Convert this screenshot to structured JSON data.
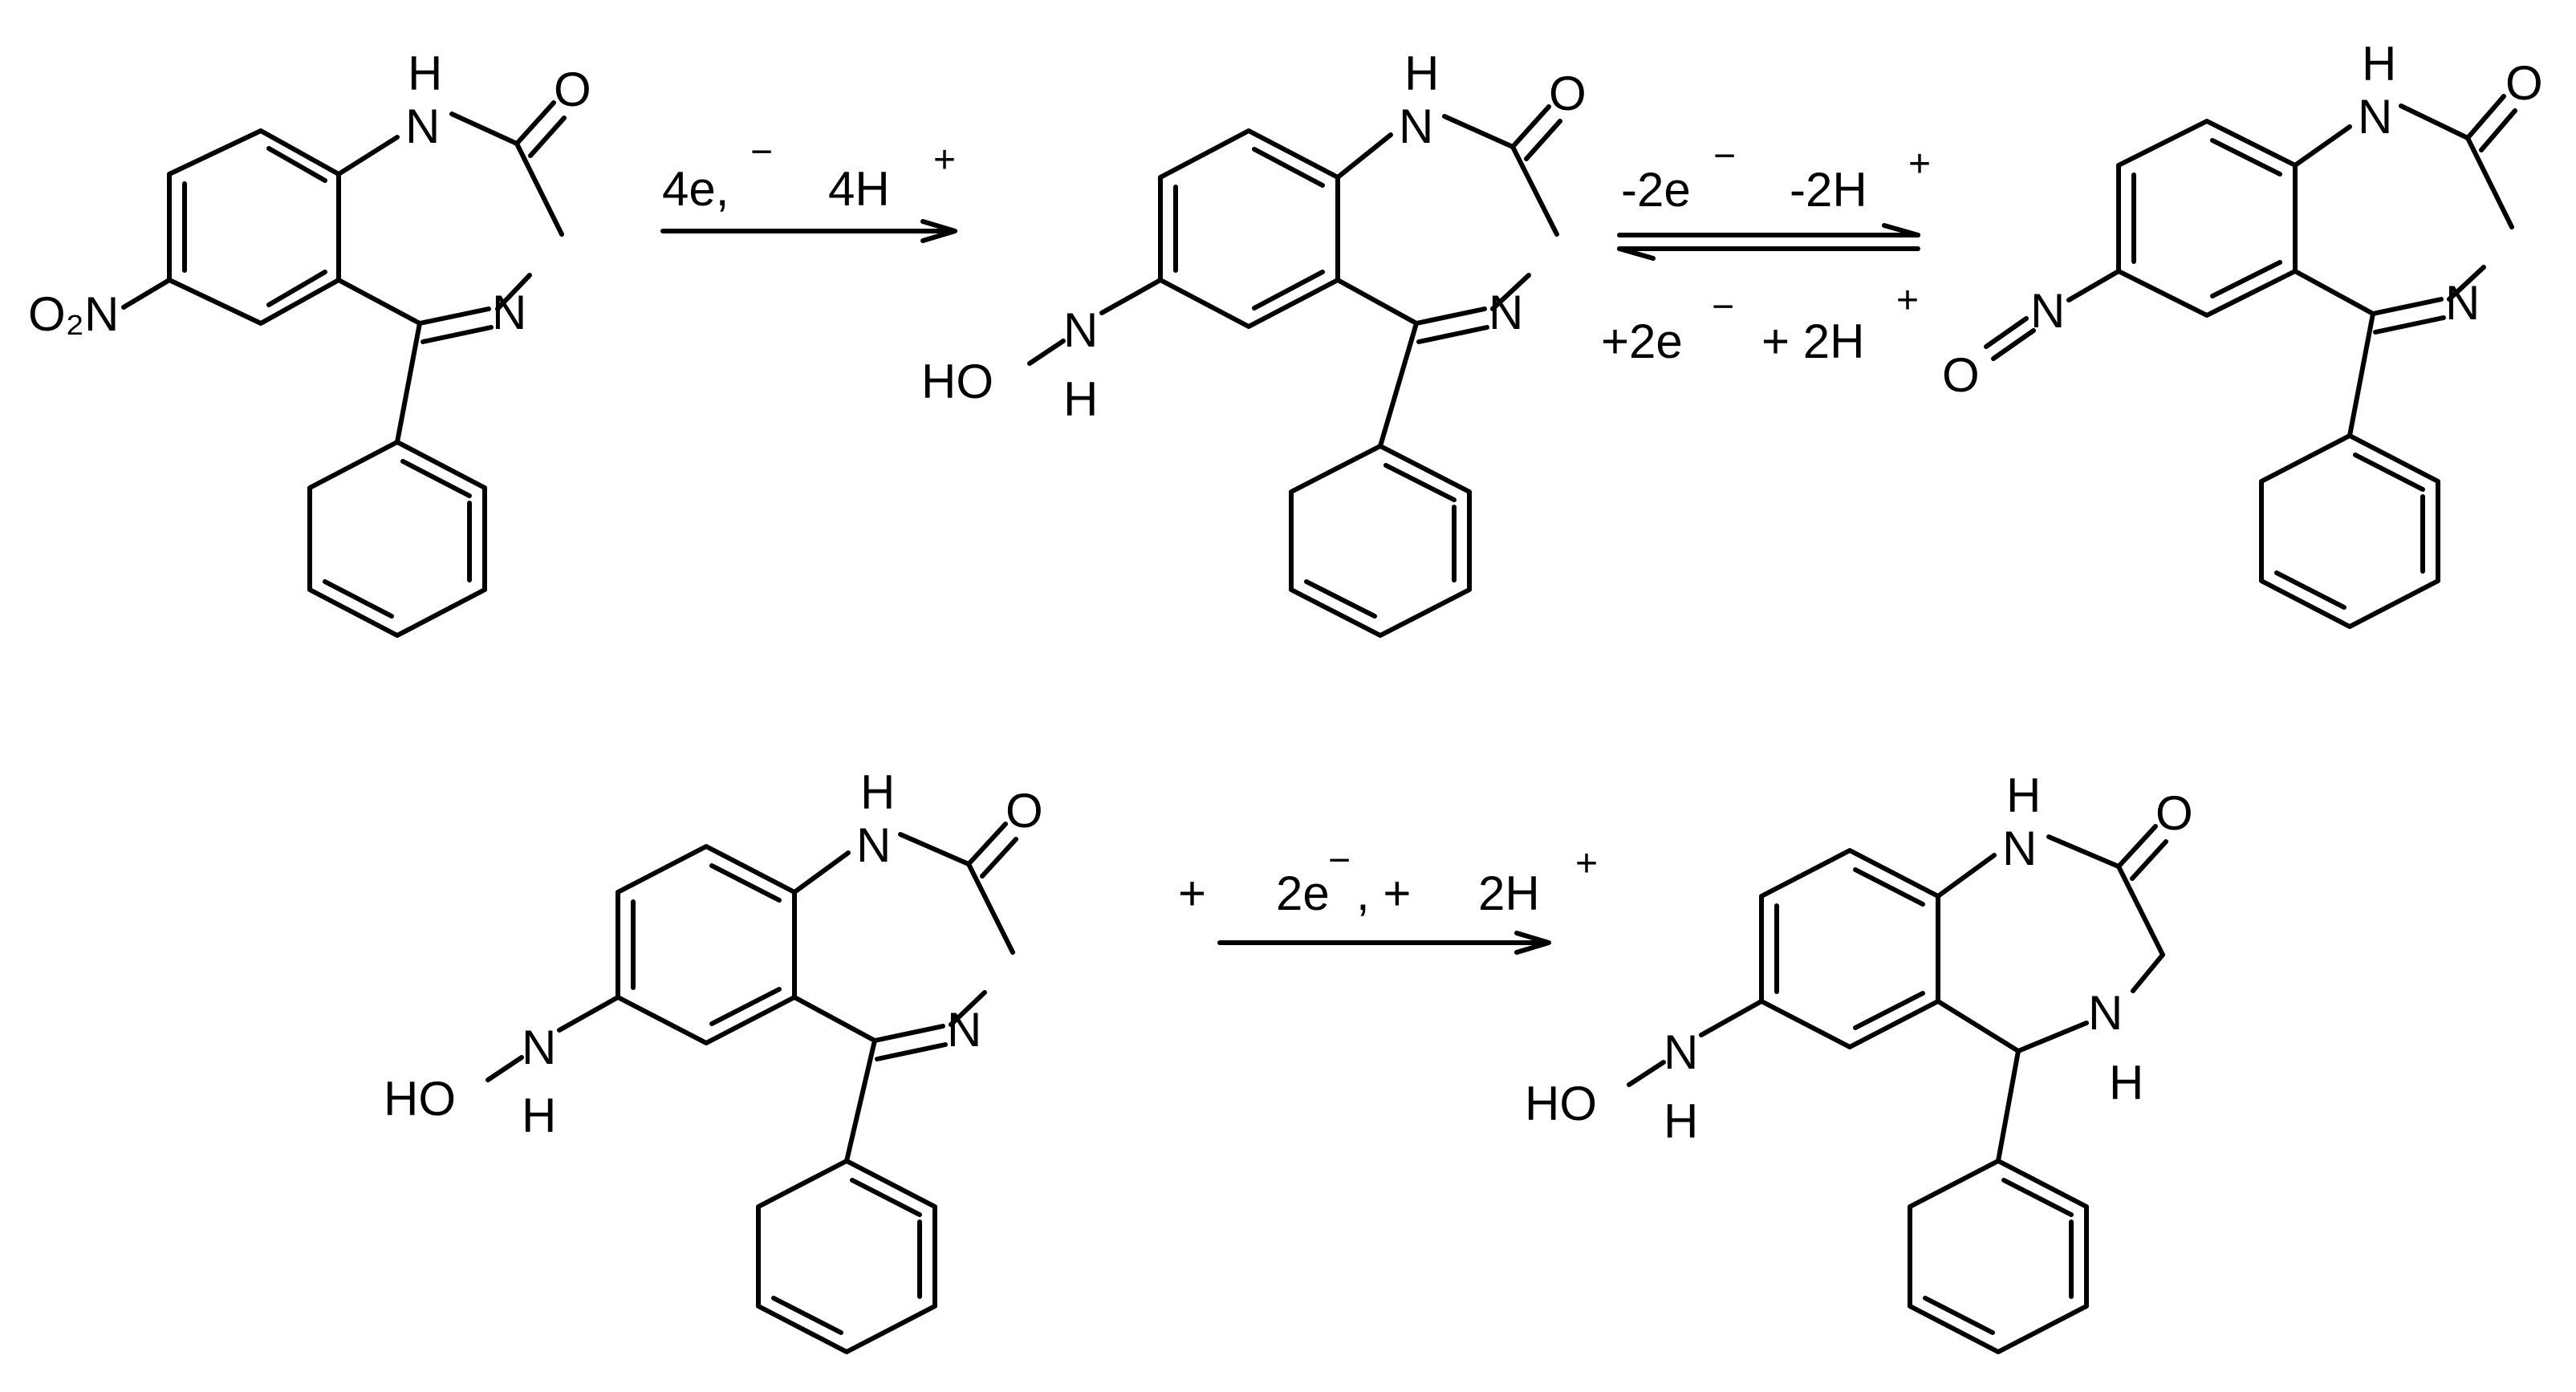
{
  "labels": {
    "H": "H",
    "N": "N",
    "O": "O",
    "NO2": "O₂N",
    "HO": "HO"
  },
  "reactions": {
    "r1": {
      "a": "4e,",
      "a_sup": "−",
      "b": "4H",
      "b_sup": "+"
    },
    "r2_top": {
      "a": "-2e",
      "a_sup": "−",
      "b": "-2H",
      "b_sup": "+"
    },
    "r2_bottom": {
      "a": "+2e",
      "a_sup": "−",
      "b": "+ 2H",
      "b_sup": "+"
    },
    "r3": {
      "a": "+",
      "b": "2e",
      "b_sup": "−",
      "c": ", +",
      "d": "2H",
      "d_sup": "+"
    }
  }
}
